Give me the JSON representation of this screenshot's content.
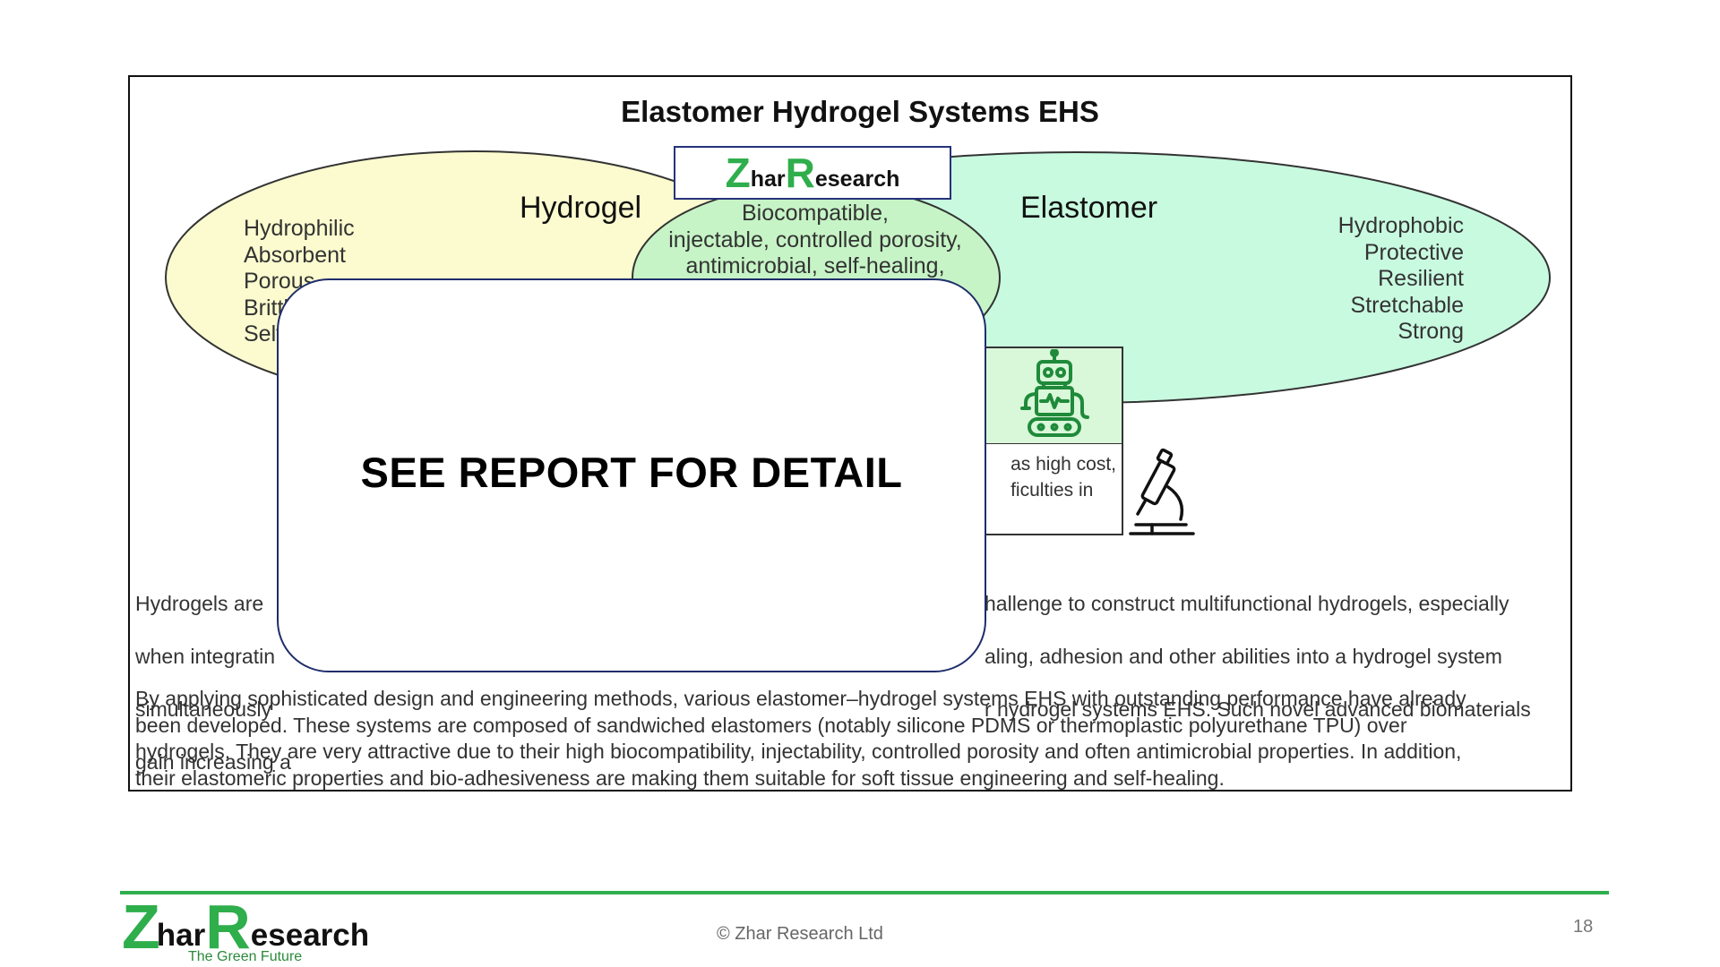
{
  "slide": {
    "title": "Elastomer Hydrogel Systems EHS",
    "page_number": "18",
    "copyright": "© Zhar Research Ltd"
  },
  "brand": {
    "logo_first_cap": "Z",
    "logo_first_rest": "har",
    "logo_second_cap": "R",
    "logo_second_rest": "esearch",
    "tagline": "The Green Future",
    "accent_color": "#2fae4c"
  },
  "venn": {
    "hydrogel": {
      "title": "Hydrogel",
      "fill_color": "#fbfbcf",
      "properties": [
        "Hydrophilic",
        "Absorbent",
        "Porous",
        "Brittl",
        "Self"
      ]
    },
    "elastomer": {
      "title": "Elastomer",
      "fill_color": "#c8fae0",
      "properties": [
        "Hydrophobic",
        "Protective",
        "Resilient",
        "Stretchable",
        "Strong"
      ]
    },
    "overlap": {
      "fill_color": "#c6f4c6",
      "lines": [
        "Biocompatible,",
        "injectable, controlled porosity,",
        "antimicrobial, self-healing,"
      ]
    }
  },
  "side_note": {
    "lines": [
      "as high cost,",
      "ficulties in"
    ],
    "icons": [
      "robot-icon",
      "microscope-icon"
    ]
  },
  "overlay": {
    "text": "SEE REPORT FOR DETAIL"
  },
  "paragraphs": [
    {
      "lines": [
        "Hydrogels are",
        "when integratin",
        "simultaneously",
        "gain increasing a"
      ],
      "right_lines": [
        "hallenge to construct multifunctional hydrogels, especially",
        "aling, adhesion and other abilities into a hydrogel system",
        "r hydrogel systems EHS. Such novel advanced biomaterials",
        ""
      ]
    },
    {
      "text": "By applying sophisticated design and engineering methods, various elastomer–hydrogel systems EHS with outstanding performance have already\nbeen developed. These systems are composed of sandwiched elastomers (notably silicone PDMS or thermoplastic polyurethane TPU) over\nhydrogels. They are very attractive due to their high biocompatibility, injectability, controlled porosity and often antimicrobial properties. In addition,\ntheir elastomeric properties and bio-adhesiveness are making them suitable for soft tissue engineering and self-healing."
    }
  ]
}
